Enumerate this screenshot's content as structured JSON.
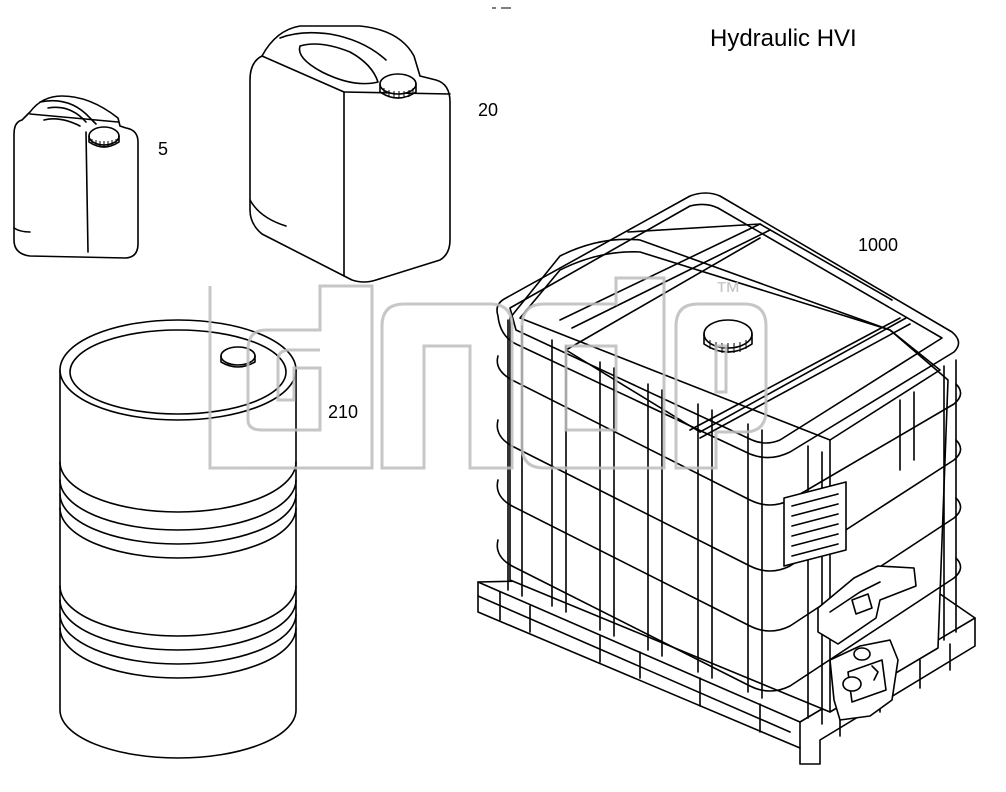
{
  "title": "Hydraulic HVI",
  "watermark": {
    "trademark": "™",
    "lettering": "dnd",
    "color": "#bdbdbd"
  },
  "items": [
    {
      "label": "5",
      "icon": "small-canister-icon"
    },
    {
      "label": "20",
      "icon": "large-canister-icon"
    },
    {
      "label": "210",
      "icon": "barrel-icon"
    },
    {
      "label": "1000",
      "icon": "ibc-tank-icon"
    }
  ]
}
